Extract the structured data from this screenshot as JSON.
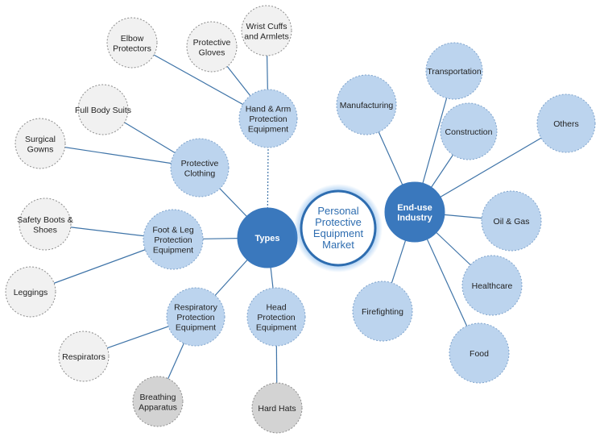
{
  "center": {
    "label": [
      "Personal",
      "Protective",
      "Equipment",
      "Market"
    ]
  },
  "hubs": {
    "types": {
      "label": [
        "Types"
      ]
    },
    "enduse": {
      "label": [
        "End-use",
        "Industry"
      ]
    }
  },
  "types": [
    {
      "id": "hand-arm",
      "label": [
        "Hand & Arm",
        "Protection",
        "Equipment"
      ],
      "children": [
        {
          "id": "elbow",
          "label": [
            "Elbow",
            "Protectors"
          ]
        },
        {
          "id": "gloves",
          "label": [
            "Protective",
            "Gloves"
          ]
        },
        {
          "id": "wrist",
          "label": [
            "Wrist Cuffs",
            "and Armlets"
          ]
        }
      ]
    },
    {
      "id": "clothing",
      "label": [
        "Protective",
        "Clothing"
      ],
      "children": [
        {
          "id": "bodysuits",
          "label": [
            "Full Body Suits"
          ]
        },
        {
          "id": "gowns",
          "label": [
            "Surgical",
            "Gowns"
          ]
        }
      ]
    },
    {
      "id": "foot-leg",
      "label": [
        "Foot & Leg",
        "Protection",
        "Equipment"
      ],
      "children": [
        {
          "id": "boots",
          "label": [
            "Safety Boots &",
            "Shoes"
          ]
        },
        {
          "id": "leggings",
          "label": [
            "Leggings"
          ]
        }
      ]
    },
    {
      "id": "respiratory",
      "label": [
        "Respiratory",
        "Protection",
        "Equipment"
      ],
      "children": [
        {
          "id": "respirators",
          "label": [
            "Respirators"
          ]
        },
        {
          "id": "breathing",
          "label": [
            "Breathing",
            "Apparatus"
          ]
        }
      ]
    },
    {
      "id": "head",
      "label": [
        "Head",
        "Protection",
        "Equipment"
      ],
      "children": [
        {
          "id": "hardhats",
          "label": [
            "Hard Hats"
          ]
        }
      ]
    }
  ],
  "industries": [
    {
      "id": "manufacturing",
      "label": [
        "Manufacturing"
      ]
    },
    {
      "id": "transportation",
      "label": [
        "Transportation"
      ]
    },
    {
      "id": "construction",
      "label": [
        "Construction"
      ]
    },
    {
      "id": "others",
      "label": [
        "Others"
      ]
    },
    {
      "id": "oilgas",
      "label": [
        "Oil & Gas"
      ]
    },
    {
      "id": "healthcare",
      "label": [
        "Healthcare"
      ]
    },
    {
      "id": "food",
      "label": [
        "Food"
      ]
    },
    {
      "id": "firefighting",
      "label": [
        "Firefighting"
      ]
    }
  ],
  "colors": {
    "hub": "#3a78bd",
    "node": "#bcd4ee",
    "node_stroke": "#7ea3cc",
    "leaf": "#f1f1f1",
    "leaf_dark": "#d3d3d3",
    "leaf_stroke": "#8c8c8c",
    "center_glow": "#5aa0e6",
    "center_ring": "#2e6db0",
    "line": "#3f74a8"
  }
}
